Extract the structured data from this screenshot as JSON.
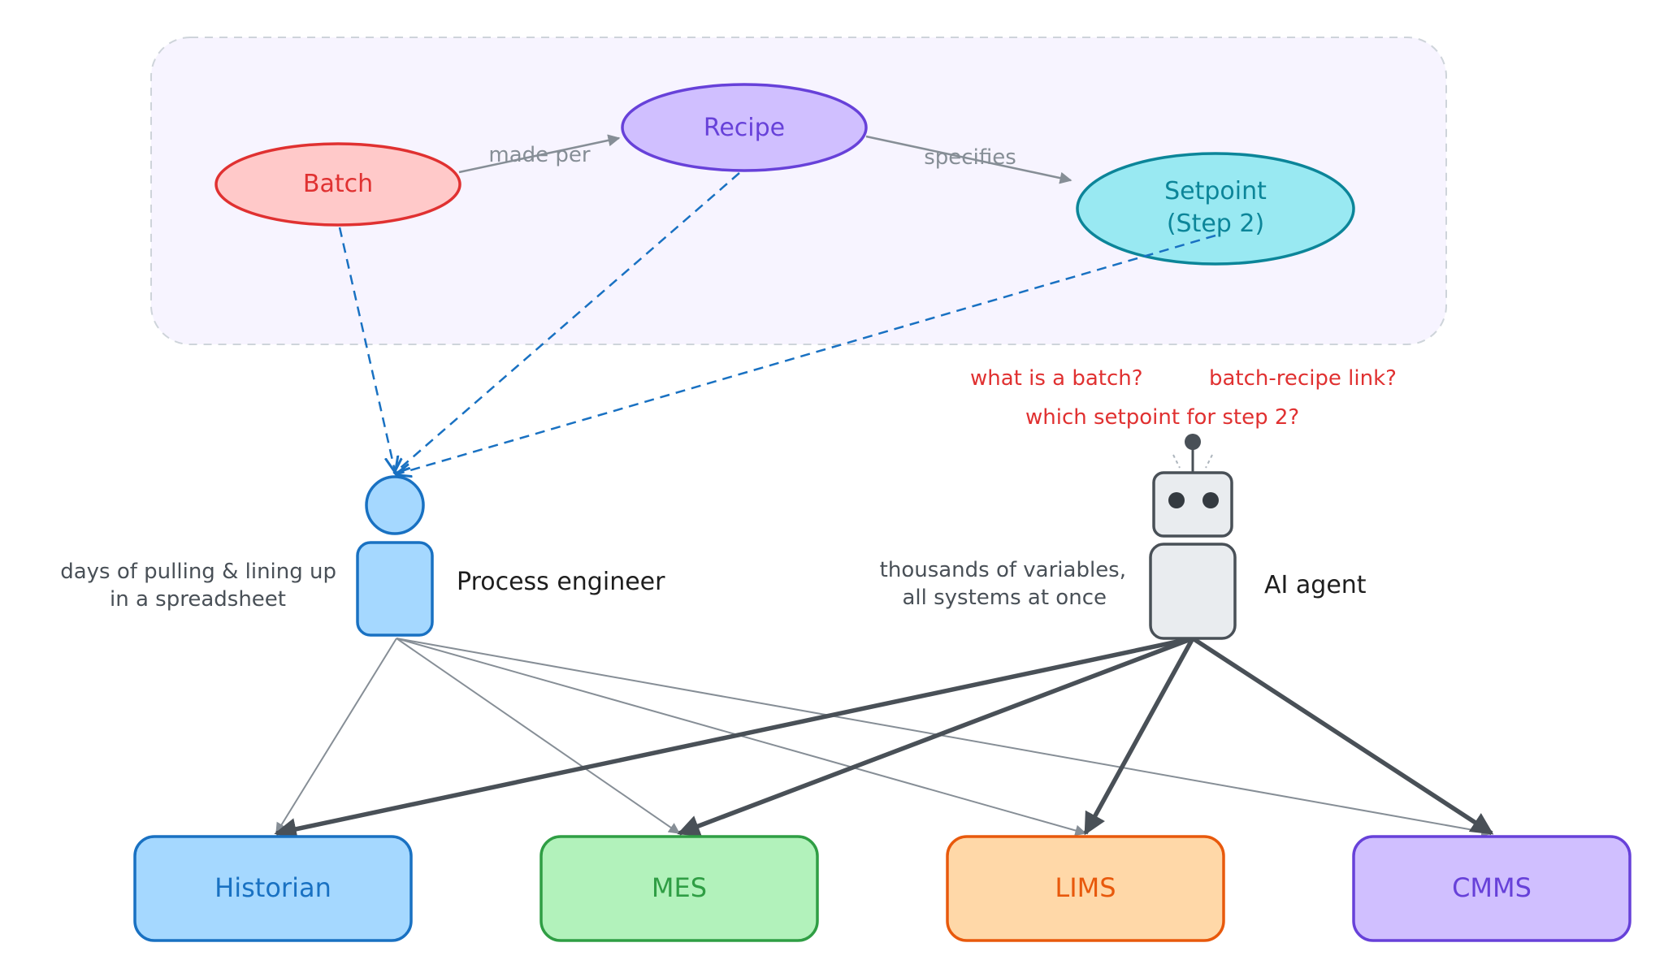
{
  "ontology": {
    "nodes": {
      "batch": "Batch",
      "recipe": "Recipe",
      "setpoint_line1": "Setpoint",
      "setpoint_line2": "(Step 2)"
    },
    "edges": {
      "made_per": "made per",
      "specifies": "specifies"
    }
  },
  "actors": {
    "engineer": {
      "label": "Process engineer",
      "note_line1": "days of pulling & lining up",
      "note_line2": "in a spreadsheet"
    },
    "agent": {
      "label": "AI agent",
      "note_line1": "thousands of variables,",
      "note_line2": "all systems at once",
      "questions": {
        "q1": "what is a batch?",
        "q2": "batch-recipe link?",
        "q3": "which setpoint for step 2?"
      }
    }
  },
  "systems": {
    "historian": "Historian",
    "mes": "MES",
    "lims": "LIMS",
    "cmms": "CMMS"
  },
  "colors": {
    "batch": "#e03131",
    "recipe": "#6741d9",
    "setpoint": "#0c8599",
    "engineer": "#1971c2",
    "agent": "#495057",
    "historian": "#1971c2",
    "mes": "#2f9e44",
    "lims": "#e8590c",
    "cmms": "#6741d9",
    "question": "#e03131"
  }
}
